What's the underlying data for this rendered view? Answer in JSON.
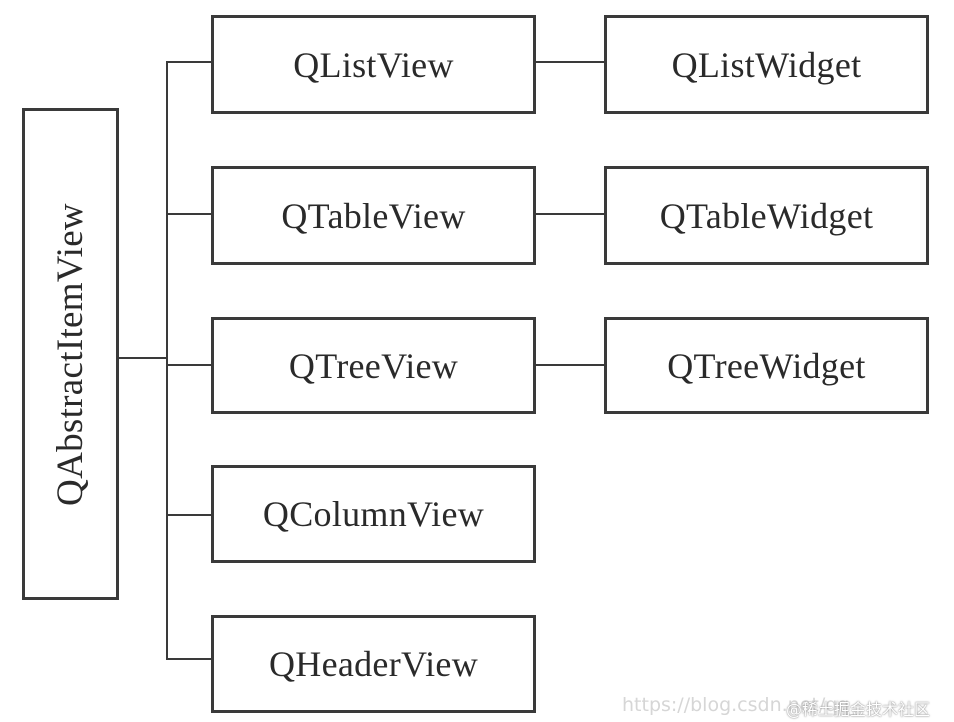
{
  "diagram": {
    "root": {
      "label": "QAbstractItemView"
    },
    "views": [
      {
        "label": "QListView",
        "widget": "QListWidget"
      },
      {
        "label": "QTableView",
        "widget": "QTableWidget"
      },
      {
        "label": "QTreeView",
        "widget": "QTreeWidget"
      },
      {
        "label": "QColumnView",
        "widget": null
      },
      {
        "label": "QHeaderView",
        "widget": null
      }
    ]
  },
  "watermark": {
    "url_text": "https://blog.csdn.net/qq_",
    "badge_text": "@稀土掘金技术社区"
  }
}
